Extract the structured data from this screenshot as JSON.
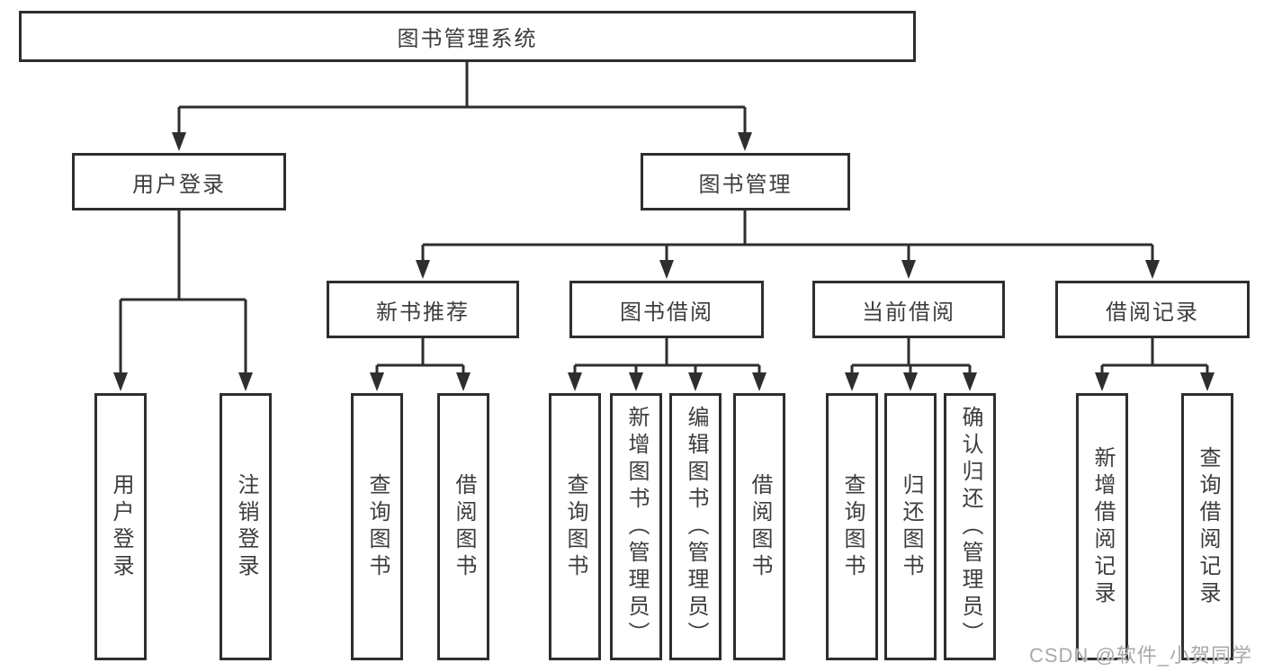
{
  "diagram": {
    "root": {
      "label": "图书管理系统"
    },
    "branches": [
      {
        "label": "用户登录",
        "children": [
          {
            "label": "用户登录"
          },
          {
            "label": "注销登录"
          }
        ]
      },
      {
        "label": "图书管理",
        "children": [
          {
            "label": "新书推荐",
            "children": [
              {
                "label": "查询图书"
              },
              {
                "label": "借阅图书"
              }
            ]
          },
          {
            "label": "图书借阅",
            "children": [
              {
                "label": "查询图书"
              },
              {
                "label": "新增图书（管理员）"
              },
              {
                "label": "编辑图书（管理员）"
              },
              {
                "label": "借阅图书"
              }
            ]
          },
          {
            "label": "当前借阅",
            "children": [
              {
                "label": "查询图书"
              },
              {
                "label": "归还图书"
              },
              {
                "label": "确认归还（管理员）"
              }
            ]
          },
          {
            "label": "借阅记录",
            "children": [
              {
                "label": "新增借阅记录"
              },
              {
                "label": "查询借阅记录"
              }
            ]
          }
        ]
      }
    ]
  },
  "watermark": {
    "text": "CSDN @软件_小贺同学"
  },
  "colors": {
    "line": "#2e2e2e",
    "text": "#3d3d3d",
    "background": "#ffffff",
    "watermark": "#a9a9a9"
  }
}
